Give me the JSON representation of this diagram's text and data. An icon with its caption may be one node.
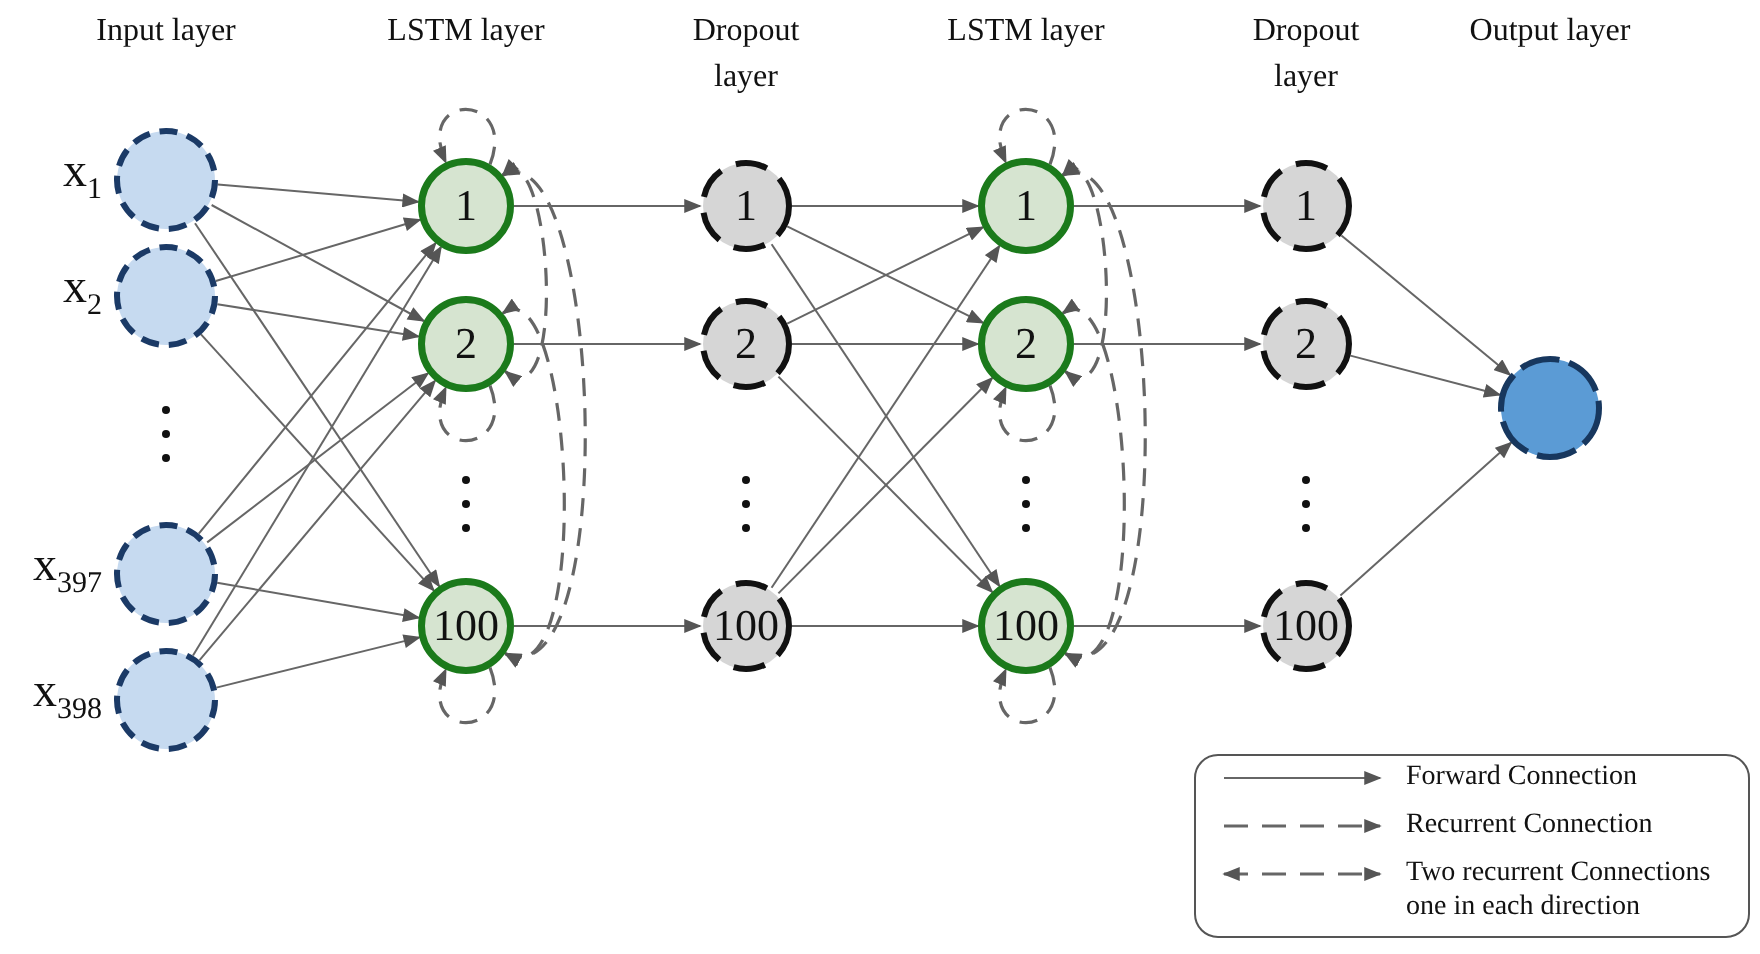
{
  "diagram": {
    "nodes": [
      {
        "text": [],
        "shape": "circle",
        "beside": [
          "x$_{1}$"
        ]
      },
      {
        "text": [],
        "shape": "circle",
        "beside": [
          "x$_{2}$"
        ]
      },
      {
        "text": [],
        "shape": "circle",
        "beside": [
          "x$_{397}$"
        ]
      },
      {
        "text": [],
        "shape": "circle",
        "beside": [
          "x$_{398}$"
        ]
      },
      {
        "text": [
          "1"
        ]
      },
      {
        "text": [
          "2"
        ]
      },
      {
        "text": [
          "100"
        ]
      },
      {
        "text": [
          "1"
        ]
      },
      {
        "text": [
          "2"
        ]
      },
      {
        "text": [
          "100"
        ]
      },
      {
        "text": [
          "1"
        ]
      },
      {
        "text": [
          "2"
        ]
      },
      {
        "text": [
          "100"
        ]
      },
      {
        "text": [
          "1"
        ]
      },
      {
        "text": [
          "2"
        ]
      },
      {
        "text": [
          "100"
        ]
      },
      {
        "text": [],
        "shape": "circle"
      }
    ],
    "edges": [
      {
        "from": 0,
        "to": 4,
        "arrow": "to"
      },
      {
        "from": 0,
        "to": 5,
        "arrow": "to"
      },
      {
        "from": 0,
        "to": 6,
        "arrow": "to"
      },
      {
        "from": 1,
        "to": 4,
        "arrow": "to"
      },
      {
        "from": 1,
        "to": 5,
        "arrow": "to"
      },
      {
        "from": 1,
        "to": 6,
        "arrow": "to"
      },
      {
        "from": 2,
        "to": 4,
        "arrow": "to"
      },
      {
        "from": 2,
        "to": 5,
        "arrow": "to"
      },
      {
        "from": 2,
        "to": 6,
        "arrow": "to"
      },
      {
        "from": 3,
        "to": 4,
        "arrow": "to"
      },
      {
        "from": 3,
        "to": 5,
        "arrow": "to"
      },
      {
        "from": 3,
        "to": 6,
        "arrow": "to"
      },
      {
        "from": 4,
        "to": 7,
        "arrow": "to"
      },
      {
        "from": 5,
        "to": 8,
        "arrow": "to"
      },
      {
        "from": 6,
        "to": 9,
        "arrow": "to"
      },
      {
        "from": 7,
        "to": 10,
        "arrow": "to"
      },
      {
        "from": 7,
        "to": 11,
        "arrow": "to"
      },
      {
        "from": 7,
        "to": 12,
        "arrow": "to"
      },
      {
        "from": 8,
        "to": 10,
        "arrow": "to"
      },
      {
        "from": 8,
        "to": 11,
        "arrow": "to"
      },
      {
        "from": 8,
        "to": 12,
        "arrow": "to"
      },
      {
        "from": 9,
        "to": 10,
        "arrow": "to"
      },
      {
        "from": 9,
        "to": 11,
        "arrow": "to"
      },
      {
        "from": 9,
        "to": 12,
        "arrow": "to"
      },
      {
        "from": 10,
        "to": 13,
        "arrow": "to"
      },
      {
        "from": 11,
        "to": 14,
        "arrow": "to"
      },
      {
        "from": 12,
        "to": 15,
        "arrow": "to"
      },
      {
        "from": 13,
        "to": 16,
        "arrow": "to"
      },
      {
        "from": 14,
        "to": 16,
        "arrow": "to"
      },
      {
        "from": 15,
        "to": 16,
        "arrow": "to"
      },
      {
        "from": 4,
        "to": 4,
        "arrow": "to",
        "style": "dashed"
      },
      {
        "from": 5,
        "to": 5,
        "arrow": "to",
        "style": "dashed"
      },
      {
        "from": 6,
        "to": 6,
        "arrow": "to",
        "style": "dashed"
      },
      {
        "from": 4,
        "to": 5,
        "arrow": "both",
        "style": "dashed"
      },
      {
        "from": 4,
        "to": 6,
        "arrow": "both",
        "style": "dashed"
      },
      {
        "from": 5,
        "to": 6,
        "arrow": "both",
        "style": "dashed"
      },
      {
        "from": 10,
        "to": 10,
        "arrow": "to",
        "style": "dashed"
      },
      {
        "from": 11,
        "to": 11,
        "arrow": "to",
        "style": "dashed"
      },
      {
        "from": 12,
        "to": 12,
        "arrow": "to",
        "style": "dashed"
      },
      {
        "from": 10,
        "to": 11,
        "arrow": "both",
        "style": "dashed"
      },
      {
        "from": 10,
        "to": 12,
        "arrow": "both",
        "style": "dashed"
      },
      {
        "from": 11,
        "to": 12,
        "arrow": "both",
        "style": "dashed"
      }
    ],
    "labels": [
      "Input layer",
      "LSTM layer",
      "Dropout layer",
      "LSTM layer",
      "Dropout layer",
      "Output layer"
    ],
    "legend": [
      {
        "text": "Forward Connection"
      },
      {
        "text": "Recurrent Connection"
      },
      {
        "text": "Two recurrent Connections one in each direction"
      }
    ]
  }
}
